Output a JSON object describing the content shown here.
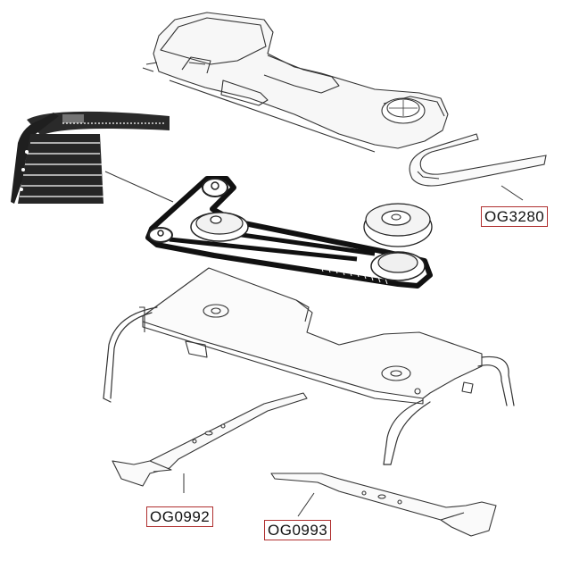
{
  "labels": {
    "og3280": "OG3280",
    "og0992": "OG0992",
    "og0993": "OG0993"
  },
  "colors": {
    "label_border": "#b03030",
    "line": "#333333",
    "belt": "#111111"
  }
}
